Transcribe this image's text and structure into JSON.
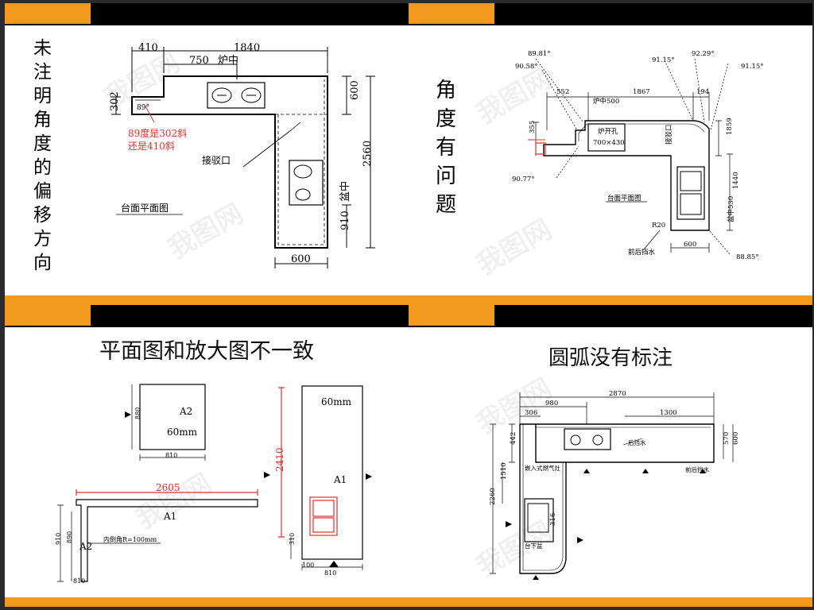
{
  "watermark": "我图网",
  "slides": {
    "s1": {
      "side_title": [
        "未",
        "注",
        "明",
        "角",
        "度",
        "的",
        "偏",
        "移",
        "方",
        "向"
      ],
      "dims": {
        "d410": "410",
        "d1840": "1840",
        "d750": "750",
        "hob": "炉中",
        "d302": "302",
        "d600v": "600",
        "d2560": "2560",
        "d910": "910",
        "basin": "盆中",
        "d600h": "600",
        "angle": "89°"
      },
      "note_line1": "89度是302斜",
      "note_line2": "还是410斜",
      "joint_label": "接驳口",
      "plan_label": "台面平面图"
    },
    "s2": {
      "side_title": [
        "角",
        "度",
        "有",
        "问",
        "题"
      ],
      "angles": {
        "a1": "89.81°",
        "a2": "90.58°",
        "a3": "91.15°",
        "a4": "92.29°",
        "a5": "91.15°",
        "a6": "90.77°",
        "a7": "88.85°"
      },
      "dims": {
        "d552": "552",
        "d1867": "1867",
        "d194": "194",
        "d1859": "1859",
        "d1440": "1440",
        "d355": "355",
        "d600": "600",
        "r20": "R20",
        "hob": "炉中500",
        "basin": "盆中530"
      },
      "plan_label": "台面平面图",
      "hob_text1": "炉开孔",
      "hob_text2": "700×430",
      "joint_label": "接驳口",
      "corner_label": "前后挡水"
    },
    "s3": {
      "title": "平面图和放大图不一致",
      "a2_label": "A2",
      "a2_thick": "60mm",
      "a2_w": "810",
      "a2_h": "880",
      "a1_label": "A1",
      "a1_thick": "60mm",
      "a1_height": "2410",
      "a1_w": "810",
      "a1_sink": "310",
      "a1_sink_w": "100",
      "plan_2605": "2605",
      "plan_a1": "A1",
      "plan_a2": "A2",
      "plan_910": "910",
      "plan_890": "890",
      "plan_810": "810",
      "plan_note": "内倒角R=100mm"
    },
    "s4": {
      "title": "圆弧没有标注",
      "dims": {
        "d2870": "2870",
        "d980": "980",
        "d306": "306",
        "d1300": "1300",
        "d442": "442",
        "d1510": "1510",
        "d2260": "2260",
        "d570": "570",
        "d600": "600",
        "d316": "316"
      },
      "hob_label": "嵌入式燃气灶",
      "back_label": "后挡水",
      "corner_label": "前后挡水",
      "sink_label": "台下盆"
    }
  }
}
